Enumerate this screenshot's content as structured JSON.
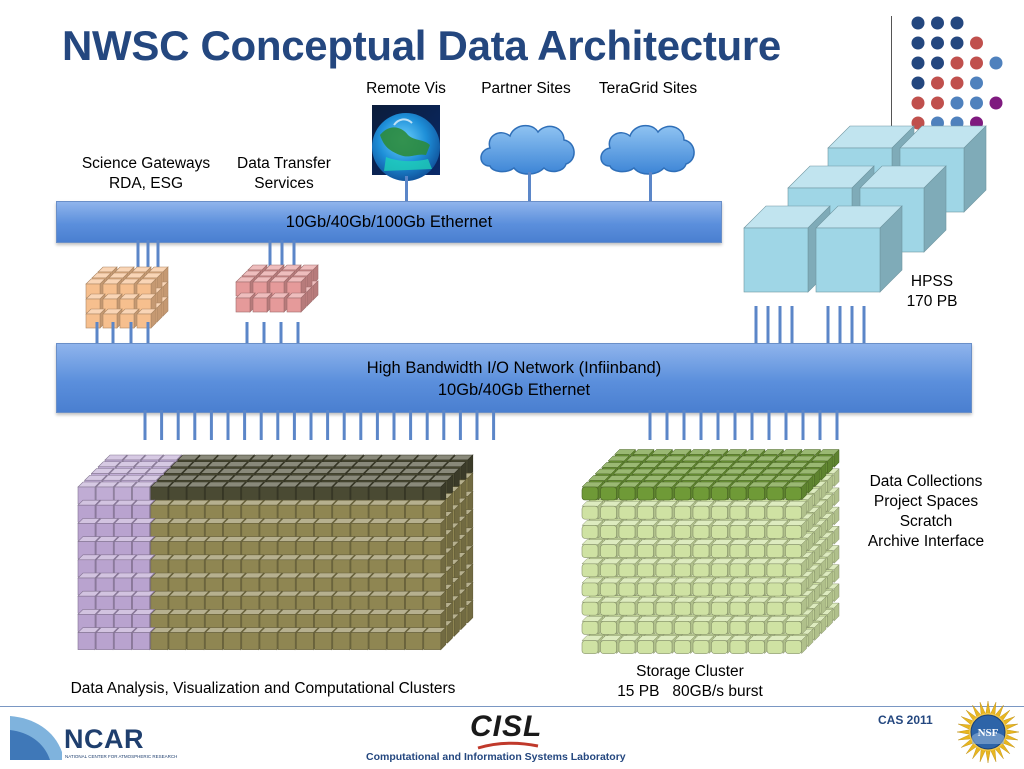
{
  "title": "NWSC Conceptual Data Architecture",
  "top_labels": {
    "remote_vis": "Remote Vis",
    "partner_sites": "Partner Sites",
    "teragrid_sites": "TeraGrid Sites"
  },
  "left_labels": {
    "science_gateways": [
      "Science Gateways",
      "RDA, ESG"
    ],
    "data_transfer": [
      "Data Transfer",
      "Services"
    ]
  },
  "ethernet_bar": "10Gb/40Gb/100Gb Ethernet",
  "io_network": [
    "High Bandwidth I/O Network (Infiinband)",
    "10Gb/40Gb Ethernet"
  ],
  "hpss": [
    "HPSS",
    "170 PB"
  ],
  "data_collections": [
    "Data Collections",
    "Project Spaces",
    "Scratch",
    "Archive Interface"
  ],
  "storage_cluster": [
    "Storage Cluster",
    "15 PB   80GB/s burst"
  ],
  "clusters_label": "Data Analysis, Visualization and Computational Clusters",
  "footer": {
    "ncar_logo_text": "NCAR",
    "ncar_subtext": "NATIONAL CENTER FOR ATMOSPHERIC RESEARCH",
    "cisl_logo_text": "CISL",
    "cisl_full": "Computational and Information Systems Laboratory",
    "conference": "CAS 2011",
    "nsf_logo_text": "NSF"
  },
  "colors": {
    "title": "#24477f",
    "bar": "#5b8fdc",
    "hpss": "#9fd6e6",
    "gateway_cubes": "#f6bf8e",
    "transfer_cubes": "#e59a9a",
    "cluster_purple": "#b9a3cf",
    "cluster_olive": "#8f8652",
    "cluster_dark": "#4a4a33",
    "storage_green": "#cfe2a3",
    "storage_dark": "#6f9a37"
  },
  "dot_grid_colors": [
    "#24477f",
    "#c0504d",
    "#4f81bd",
    "#7f1a7f"
  ]
}
